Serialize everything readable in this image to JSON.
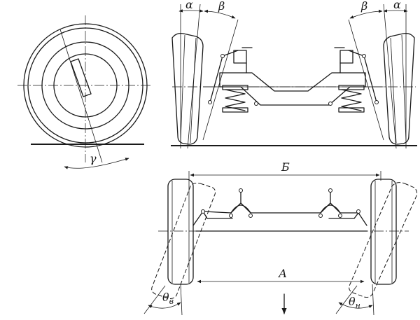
{
  "labels": {
    "alpha": "α",
    "beta": "β",
    "gamma": "γ",
    "B_top": "Б",
    "A_bottom": "А",
    "theta": "θ",
    "sub_v": "в",
    "sub_n": "н"
  }
}
